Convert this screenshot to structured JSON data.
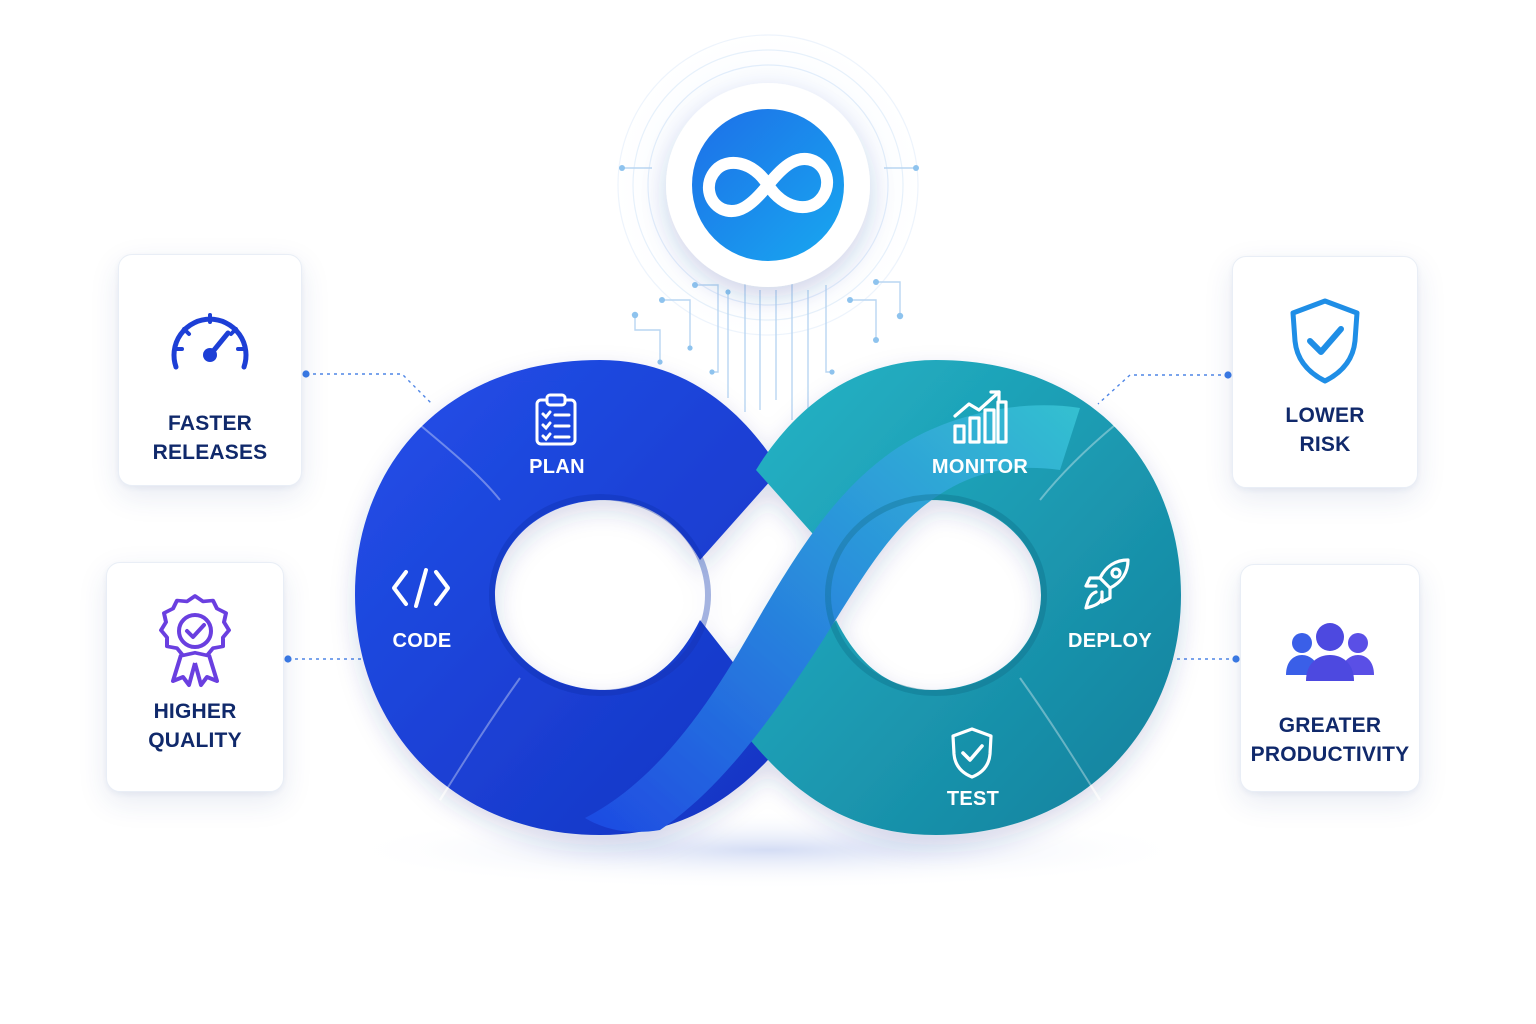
{
  "hub": {
    "icon": "infinity-icon",
    "accent": "#1e7ff0"
  },
  "stages": [
    {
      "id": "plan",
      "label": "PLAN",
      "icon": "clipboard-checklist-icon"
    },
    {
      "id": "code",
      "label": "CODE",
      "icon": "code-brackets-icon"
    },
    {
      "id": "monitor",
      "label": "MONITOR",
      "icon": "bar-chart-trend-icon"
    },
    {
      "id": "deploy",
      "label": "DEPLOY",
      "icon": "rocket-icon"
    },
    {
      "id": "test",
      "label": "TEST",
      "icon": "shield-check-icon"
    }
  ],
  "benefits": [
    {
      "id": "faster-releases",
      "line1": "FASTER",
      "line2": "RELEASES",
      "icon": "speedometer-icon",
      "color": "#1d3fd6"
    },
    {
      "id": "higher-quality",
      "line1": "HIGHER",
      "line2": "QUALITY",
      "icon": "award-ribbon-icon",
      "color": "#6a3fe0"
    },
    {
      "id": "lower-risk",
      "line1": "LOWER",
      "line2": "RISK",
      "icon": "shield-check-icon",
      "color": "#1f8ee6"
    },
    {
      "id": "greater-productivity",
      "line1": "GREATER",
      "line2": "PRODUCTIVITY",
      "icon": "team-people-icon",
      "color": "#4d49e0"
    }
  ],
  "colors": {
    "left_loop": "#1a44e0",
    "right_loop": "#1a9cb4",
    "text_dark": "#10296b"
  }
}
